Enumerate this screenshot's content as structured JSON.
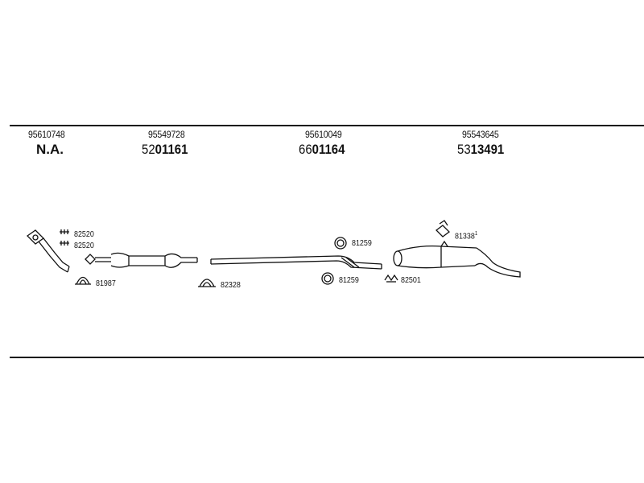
{
  "groups": [
    {
      "part_number": "95610748",
      "ref_prefix": "",
      "ref_main": "N.A."
    },
    {
      "part_number": "95549728",
      "ref_prefix": "52",
      "ref_main": "01161"
    },
    {
      "part_number": "95610049",
      "ref_prefix": "66",
      "ref_main": "01164"
    },
    {
      "part_number": "95543645",
      "ref_prefix": "53",
      "ref_main": "13491"
    }
  ],
  "labels": {
    "clamp_82520_a": "82520",
    "clamp_82520_b": "82520",
    "clamp_81987": "81987",
    "clamp_82328": "82328",
    "ring_81259_a": "81259",
    "ring_81259_b": "81259",
    "mount_82501": "82501",
    "hanger_81338": "81338",
    "hanger_81338_sup": "1"
  }
}
